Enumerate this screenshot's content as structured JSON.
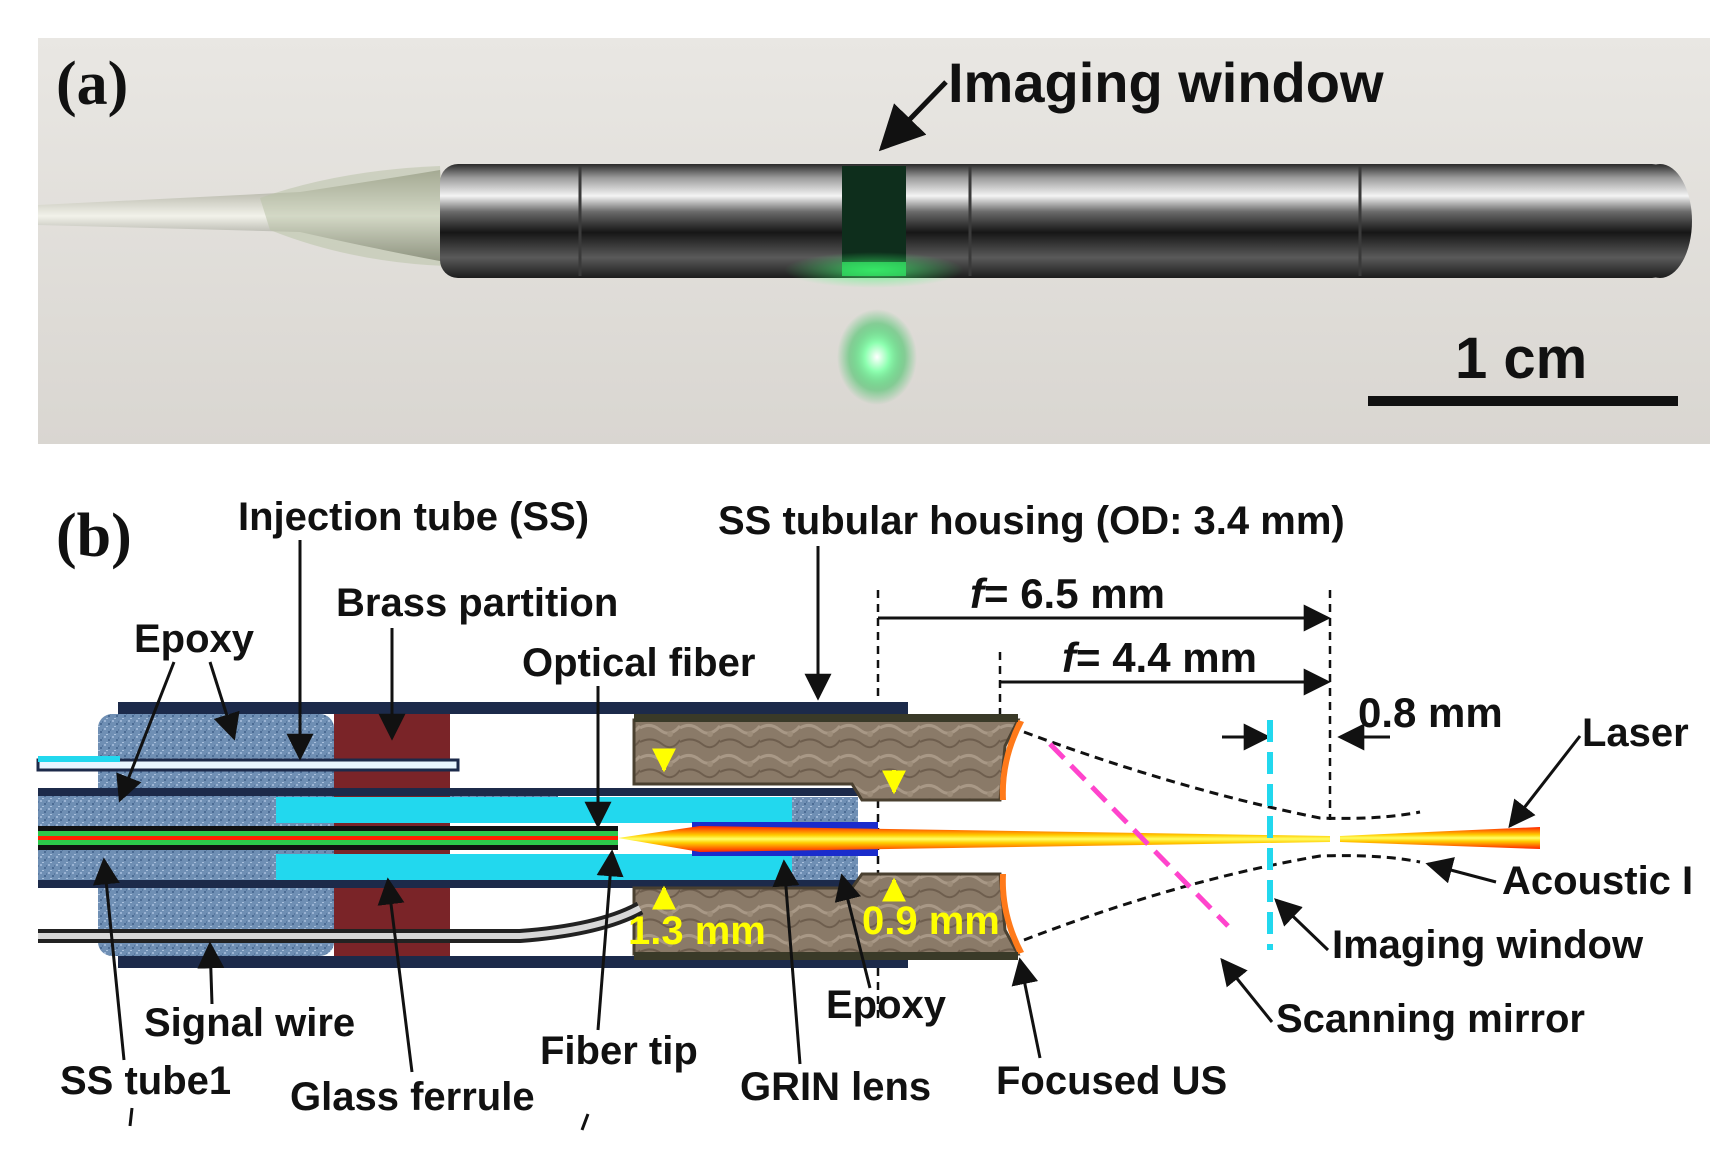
{
  "panel_a": {
    "label": "(a)",
    "window_label": "Imaging window",
    "scale_bar": "1 cm"
  },
  "panel_b": {
    "label": "(b)",
    "f_symbol": "f",
    "focal_1": "= 6.5 mm",
    "focal_2": "= 4.4 mm",
    "gap_1": "1.3 mm",
    "gap_2": "0.9 mm",
    "gap_3": "0.8 mm",
    "labels": {
      "injection_tube": "Injection tube (SS)",
      "housing": "SS tubular housing (OD: 3.4 mm)",
      "brass_partition": "Brass partition",
      "epoxy_top": "Epoxy",
      "optical_fiber": "Optical fiber",
      "laser": "Laser",
      "acoustic": "Acoustic I",
      "imaging_window": "Imaging window",
      "scanning_mirror": "Scanning mirror",
      "signal_wire": "Signal wire",
      "ss_tube1": "SS tube1",
      "glass_ferrule": "Glass ferrule",
      "fiber_tip": "Fiber tip",
      "epoxy_bottom": "Epoxy",
      "grin_lens": "GRIN lens",
      "focused_us": "Focused US"
    }
  },
  "colors": {
    "steel": "#1c2a4a",
    "epoxy": "#6f8fb4",
    "brass": "#7a2428",
    "ferrule": "#22d8ee",
    "transducer": "#8a7a68",
    "laser": "#ff2200",
    "mirror": "#ff44cc",
    "window": "#22d8ee",
    "dimension": "#ffff00"
  }
}
